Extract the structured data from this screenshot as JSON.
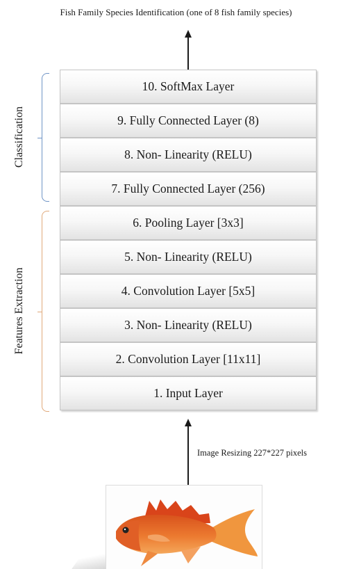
{
  "output_label": "Fish Family Species Identification (one of 8 fish family species)",
  "groups": {
    "classification": "Classification",
    "features_extraction": "Features Extraction"
  },
  "layers": [
    "10. SoftMax Layer",
    "9. Fully Connected Layer (8)",
    "8. Non- Linearity (RELU)",
    "7. Fully Connected Layer (256)",
    "6. Pooling Layer [3x3]",
    "5. Non- Linearity (RELU)",
    "4. Convolution Layer [5x5]",
    "3. Non- Linearity (RELU)",
    "2. Convolution Layer [11x11]",
    "1. Input Layer"
  ],
  "input_step_label": "Image Resizing 227*227 pixels",
  "colors": {
    "classification_brace": "#6f94c6",
    "features_brace": "#e0a97a",
    "fish": "#e8692a"
  },
  "icons": {
    "input_image": "fish-photo",
    "flow": "arrow-up"
  }
}
